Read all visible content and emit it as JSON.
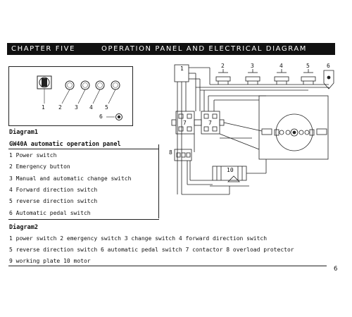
{
  "header": {
    "chapter": "CHAPTER FIVE",
    "title": "OPERATION PANEL AND ELECTRICAL DIAGRAM"
  },
  "panel_numbers": [
    "1",
    "2",
    "3",
    "4",
    "5",
    "6"
  ],
  "schematic_numbers": [
    "1",
    "2",
    "3",
    "4",
    "5",
    "6",
    "7",
    "7",
    "8",
    "10"
  ],
  "diagram1": {
    "heading": "Diagram1",
    "subheading": "GW40A automatic operation panel",
    "items": [
      "1 Power switch",
      "2 Emergency button",
      "3 Manual and automatic change switch",
      "4 Forward direction switch",
      "5 reverse direction switch",
      "6 Automatic pedal switch"
    ]
  },
  "diagram2": {
    "heading": "Diagram2",
    "lines": [
      "1 power switch   2 emergency switch   3 change switch   4 forward direction switch",
      "5 reverse direction switch  6 automatic pedal switch  7 contactor  8 overload protector",
      "9 working plate   10 motor"
    ]
  },
  "page_number": "6"
}
